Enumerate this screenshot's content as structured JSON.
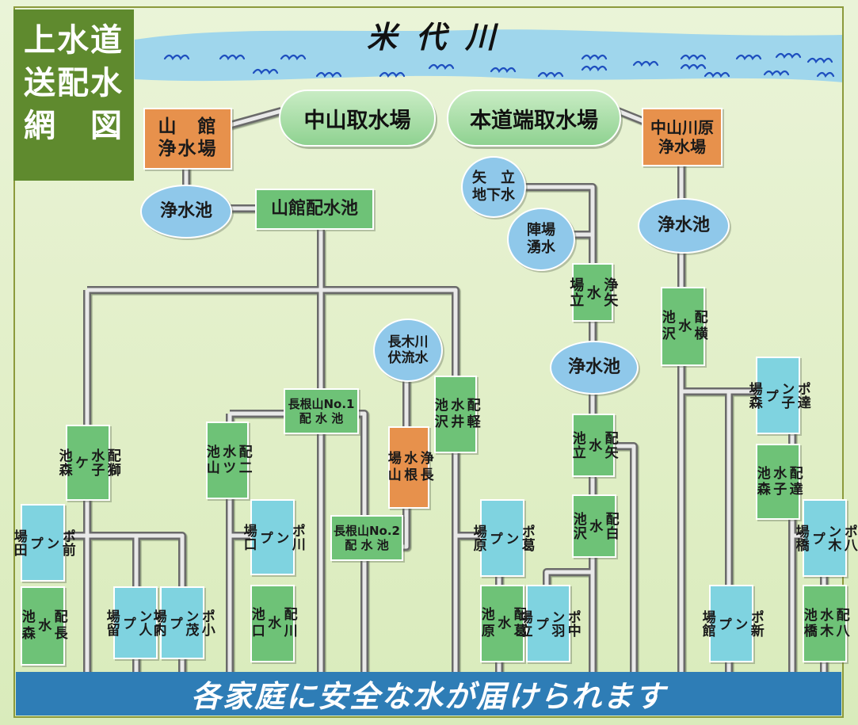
{
  "title": "上水道\n送配水\n網　図",
  "river_name": "米代川",
  "banner": "各家庭に安全な水が届けられます",
  "colors": {
    "facility_green": "#6ec277",
    "treatment_orange": "#e7914c",
    "pump_blue": "#7fd3e0",
    "source_oval": "#8fc8ea",
    "pipe": "#b8b8b8",
    "banner": "#2e7db6",
    "title_bg": "#5f8a2e"
  },
  "intakes": {
    "nakayama": "中山取水場",
    "hondobata": "本道端取水場"
  },
  "plants": {
    "yamadate": "山　館\n浄水場",
    "nakayamagawara": "中山川原\n浄水場",
    "yadate": "浄矢\n水\n場立",
    "osaneyama": "浄長\n水根\n場山"
  },
  "sources": {
    "pond_left": "浄水池",
    "pond_right": "浄水池",
    "pond_center": "浄水池",
    "yadate_groundwater": "矢　立\n地下水",
    "jinba_spring": "陣場\n湧水",
    "osaki_underflow": "長木川\n伏流水"
  },
  "reservoirs": {
    "yamadate": "山館配水池",
    "yokosawa": "配横\n水\n池沢",
    "shishigamori": "配獅\n水子\nケ\n池森",
    "nitsuyama": "配二\n水ツ\n池山",
    "osaneyama1": "長根山No.1\n配 水 池",
    "karuisawa": "配軽\n水井\n池沢",
    "osaneyama2": "長根山No.2\n配 水 池",
    "yadate": "配矢\n水\n池立",
    "shirasawa": "配白\n水\n池沢",
    "tasshimori": "配達\n水子\n池森",
    "nagamori": "配長\n水\n池森",
    "kawaguchi": "配川\n水\n池口",
    "kuzuhara": "配葛\n水\n池原",
    "yagihashi": "配八\n水木\n池橋"
  },
  "pumps": {
    "maeda": "ポ前\nン\nプ\n場田",
    "akindo": "ポ商\nン人\nプ\n場留",
    "monai": "ポ小\nン茂\nプ\n場内",
    "kawaguchi": "ポ川\nン\nプ\n場口",
    "kuzuhara": "ポ葛\nン\nプ\n場原",
    "nakahadate": "ポ中\nン羽\nプ\n場立",
    "tasshimori": "ポ達\nン子\nプ\n場森",
    "yagihashi": "ポ八\nン木\nプ\n場橋",
    "shindate": "ポ新\nン\nプ\n場館"
  }
}
